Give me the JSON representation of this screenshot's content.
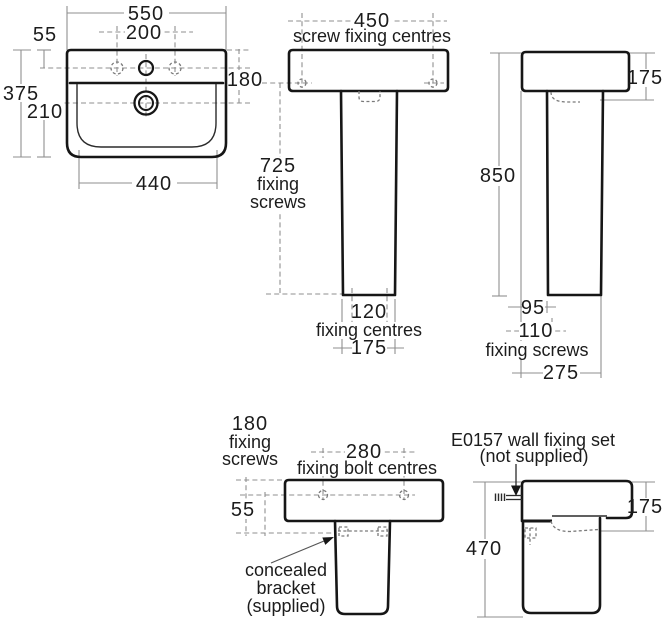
{
  "document": {
    "title": "Washbasin and pedestal installation dimension drawing",
    "background": "#ffffff",
    "colors": {
      "outline": "#161616",
      "dimension_lines": "#8f8f8f",
      "text": "#1c1c1c"
    },
    "units": "mm"
  },
  "icons": {
    "wall_screw": "screw-icon",
    "pointer": "arrowhead-icon"
  },
  "plan_view": {
    "dim_550": "550",
    "dim_55": "55",
    "dim_200": "200",
    "dim_180": "180",
    "dim_375": "375",
    "dim_210": "210",
    "dim_440": "440"
  },
  "front_view": {
    "dim_450": "450",
    "label_screw_fixing_centres": "screw fixing centres",
    "dim_725": "725",
    "label_fixing": "fixing",
    "label_screws": "screws",
    "dim_120": "120",
    "label_fixing_centres": "fixing centres",
    "dim_175": "175"
  },
  "side_view": {
    "dim_175": "175",
    "dim_850": "850",
    "dim_95": "95",
    "dim_110": "110",
    "label_fixing_screws": "fixing screws",
    "dim_275": "275"
  },
  "semi_front_view": {
    "dim_180": "180",
    "label_fixing": "fixing",
    "label_screws": "screws",
    "dim_280": "280",
    "label_fixing_bolt_centres": "fixing bolt centres",
    "dim_55": "55",
    "label_concealed": "concealed",
    "label_bracket": "bracket",
    "label_supplied": "(supplied)"
  },
  "semi_side_view": {
    "label_wall_fixing_1": "E0157 wall fixing set",
    "label_wall_fixing_2": "(not supplied)",
    "dim_175": "175",
    "dim_470": "470"
  }
}
